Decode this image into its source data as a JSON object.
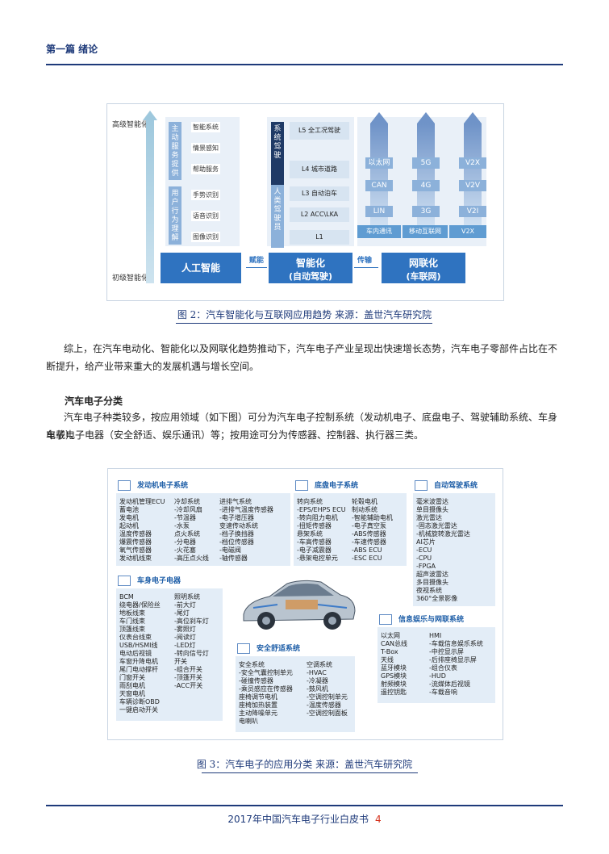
{
  "header": {
    "title": "第一篇 绪论"
  },
  "figure1": {
    "level_high": "高级智能化",
    "level_low": "初级智能化",
    "service_label": "主动服务提供",
    "service_items": [
      "智能系统",
      "情景感知",
      "帮助服务"
    ],
    "behavior_label": "用户行为理解",
    "behavior_items": [
      "手势识别",
      "语音识别",
      "图像识别"
    ],
    "system_label": "系统驾驶",
    "system_items": [
      "L5 全工况驾驶",
      "L4 城市道路"
    ],
    "human_label": "人类驾驶员",
    "human_items": [
      "L3 自动泊车",
      "L2 ACC\\LKA",
      "L1"
    ],
    "col1": [
      "以太网",
      "CAN",
      "LIN"
    ],
    "col2": [
      "5G",
      "4G",
      "3G"
    ],
    "col3": [
      "V2X",
      "V2V",
      "V2I"
    ],
    "band_labels": [
      "车内通讯",
      "移动互联网",
      "V2X"
    ],
    "box_ai": "人工智能",
    "box_smart_1": "智能化",
    "box_smart_2": "(自动驾驶)",
    "box_net_1": "网联化",
    "box_net_2": "(车联网)",
    "arrow1": "赋能",
    "arrow2": "传输"
  },
  "caption1": "图 2：汽车智能化与互联网应用趋势 来源：盖世汽车研究院",
  "para1_line1": "综上，在汽车电动化、智能化以及网联化趋势推动下，汽车电子产业呈现出快速增长态势，汽车电子零部件占比在不",
  "para1_line2": "断提升，给产业带来重大的发展机遇与增长空间。",
  "section_title": "汽车电子分类",
  "para2_line1": "汽车电子种类较多，按应用领域（如下图）可分为汽车电子控制系统（发动机电子、底盘电子、驾驶辅助系统、车身电子）、",
  "para2_line2": "车载电子电器（安全舒适、娱乐通讯）等；按用途可分为传感器、控制器、执行器三类。",
  "figure2": {
    "engine": {
      "title": "发动机电子系统",
      "col1": [
        "发动机管理ECU",
        "蓄电池",
        "发电机",
        "起动机",
        "温度传感器",
        "爆震传感器",
        "氧气传感器",
        "发动机线束"
      ],
      "col2": [
        "冷却系统",
        "-冷却风扇",
        "-节温器",
        "-水泵",
        "点火系统",
        "-分电器",
        "-火花塞",
        "-高压点火线"
      ],
      "col3": [
        "进排气系统",
        "-进排气温度传感器",
        "-电子增压器",
        "变速传动系统",
        "-档子换挡器",
        "-档位传感器",
        "-电磁阀",
        "-轴传感器"
      ]
    },
    "chassis": {
      "title": "底盘电子系统",
      "col1": [
        "转向系统",
        "-EPS/EHPS ECU",
        "-转向阻力电机",
        "-扭矩传感器",
        "悬架系统",
        "-车高传感器",
        "-电子减震器",
        "-悬架电控单元"
      ],
      "col2": [
        "轮毂电机",
        "制动系统",
        "-智能辅助电机",
        "-电子真空泵",
        "-ABS传感器",
        "-车速传感器",
        "-ABS ECU",
        "-ESC ECU"
      ]
    },
    "adas": {
      "title": "自动驾驶系统",
      "items": [
        "毫米波雷达",
        "单目摄像头",
        "激光雷达",
        "-固态激光雷达",
        "-机械旋转激光雷达",
        "AI芯片",
        "-ECU",
        "-CPU",
        "-FPGA",
        "超声波雷达",
        "多目摄像头",
        "夜视系统",
        "360°全景影像"
      ]
    },
    "body": {
      "title": "车身电子电器",
      "col1": [
        "BCM",
        "绕电器/保险丝",
        "地板线束",
        "车门线束",
        "顶篷线束",
        "仪表台线束",
        "USB/HSMI线",
        "电动后视镜",
        "车窗升降电机",
        "尾门电动撑杆",
        "门窗开关",
        "雨刮电机",
        "天窗电机",
        "车辆诊断OBD",
        "一键启动开关"
      ],
      "col2": [
        "照明系统",
        "-前大灯",
        "-尾灯",
        "-高位刹车灯",
        "-雾照灯",
        "-阅读灯",
        "-LED灯",
        "-转向信号灯",
        "开关",
        "-组合开关",
        "-顶篷开关",
        "-ACC开关"
      ]
    },
    "safety": {
      "title": "安全舒适系统",
      "col1": [
        "安全系统",
        "-安全气囊控制单元",
        "-碰撞传感器",
        "-乘员感应在传感器",
        "座椅调节电机",
        "座椅加热装置",
        "主动降噪单元",
        "电喇叭"
      ],
      "col2": [
        "空调系统",
        "-HVAC",
        "-冷凝器",
        "-鼓风机",
        "-空调控制单元",
        "-温度传感器",
        "-空调控制面板"
      ]
    },
    "info": {
      "title": "信息娱乐与网联系统",
      "col1": [
        "以太网",
        "CAN总线",
        "T-Box",
        "天线",
        "蓝牙模块",
        "GPS模块",
        "射频模块",
        "遥控钥匙"
      ],
      "col2": [
        "HMI",
        "-车载信息娱乐系统",
        "-中控显示屏",
        "-后排座椅显示屏",
        "-组合仪表",
        "-HUD",
        "-流媒体后视镜",
        "-车载音响"
      ]
    }
  },
  "caption2": "图 3：汽车电子的应用分类 来源：盖世汽车研究院",
  "footer": {
    "title": "2017年中国汽车电子行业白皮书",
    "page": "4"
  },
  "colors": {
    "accent": "#1e3a7a",
    "blue": "#2f73c0",
    "page_number": "#d6341f"
  }
}
